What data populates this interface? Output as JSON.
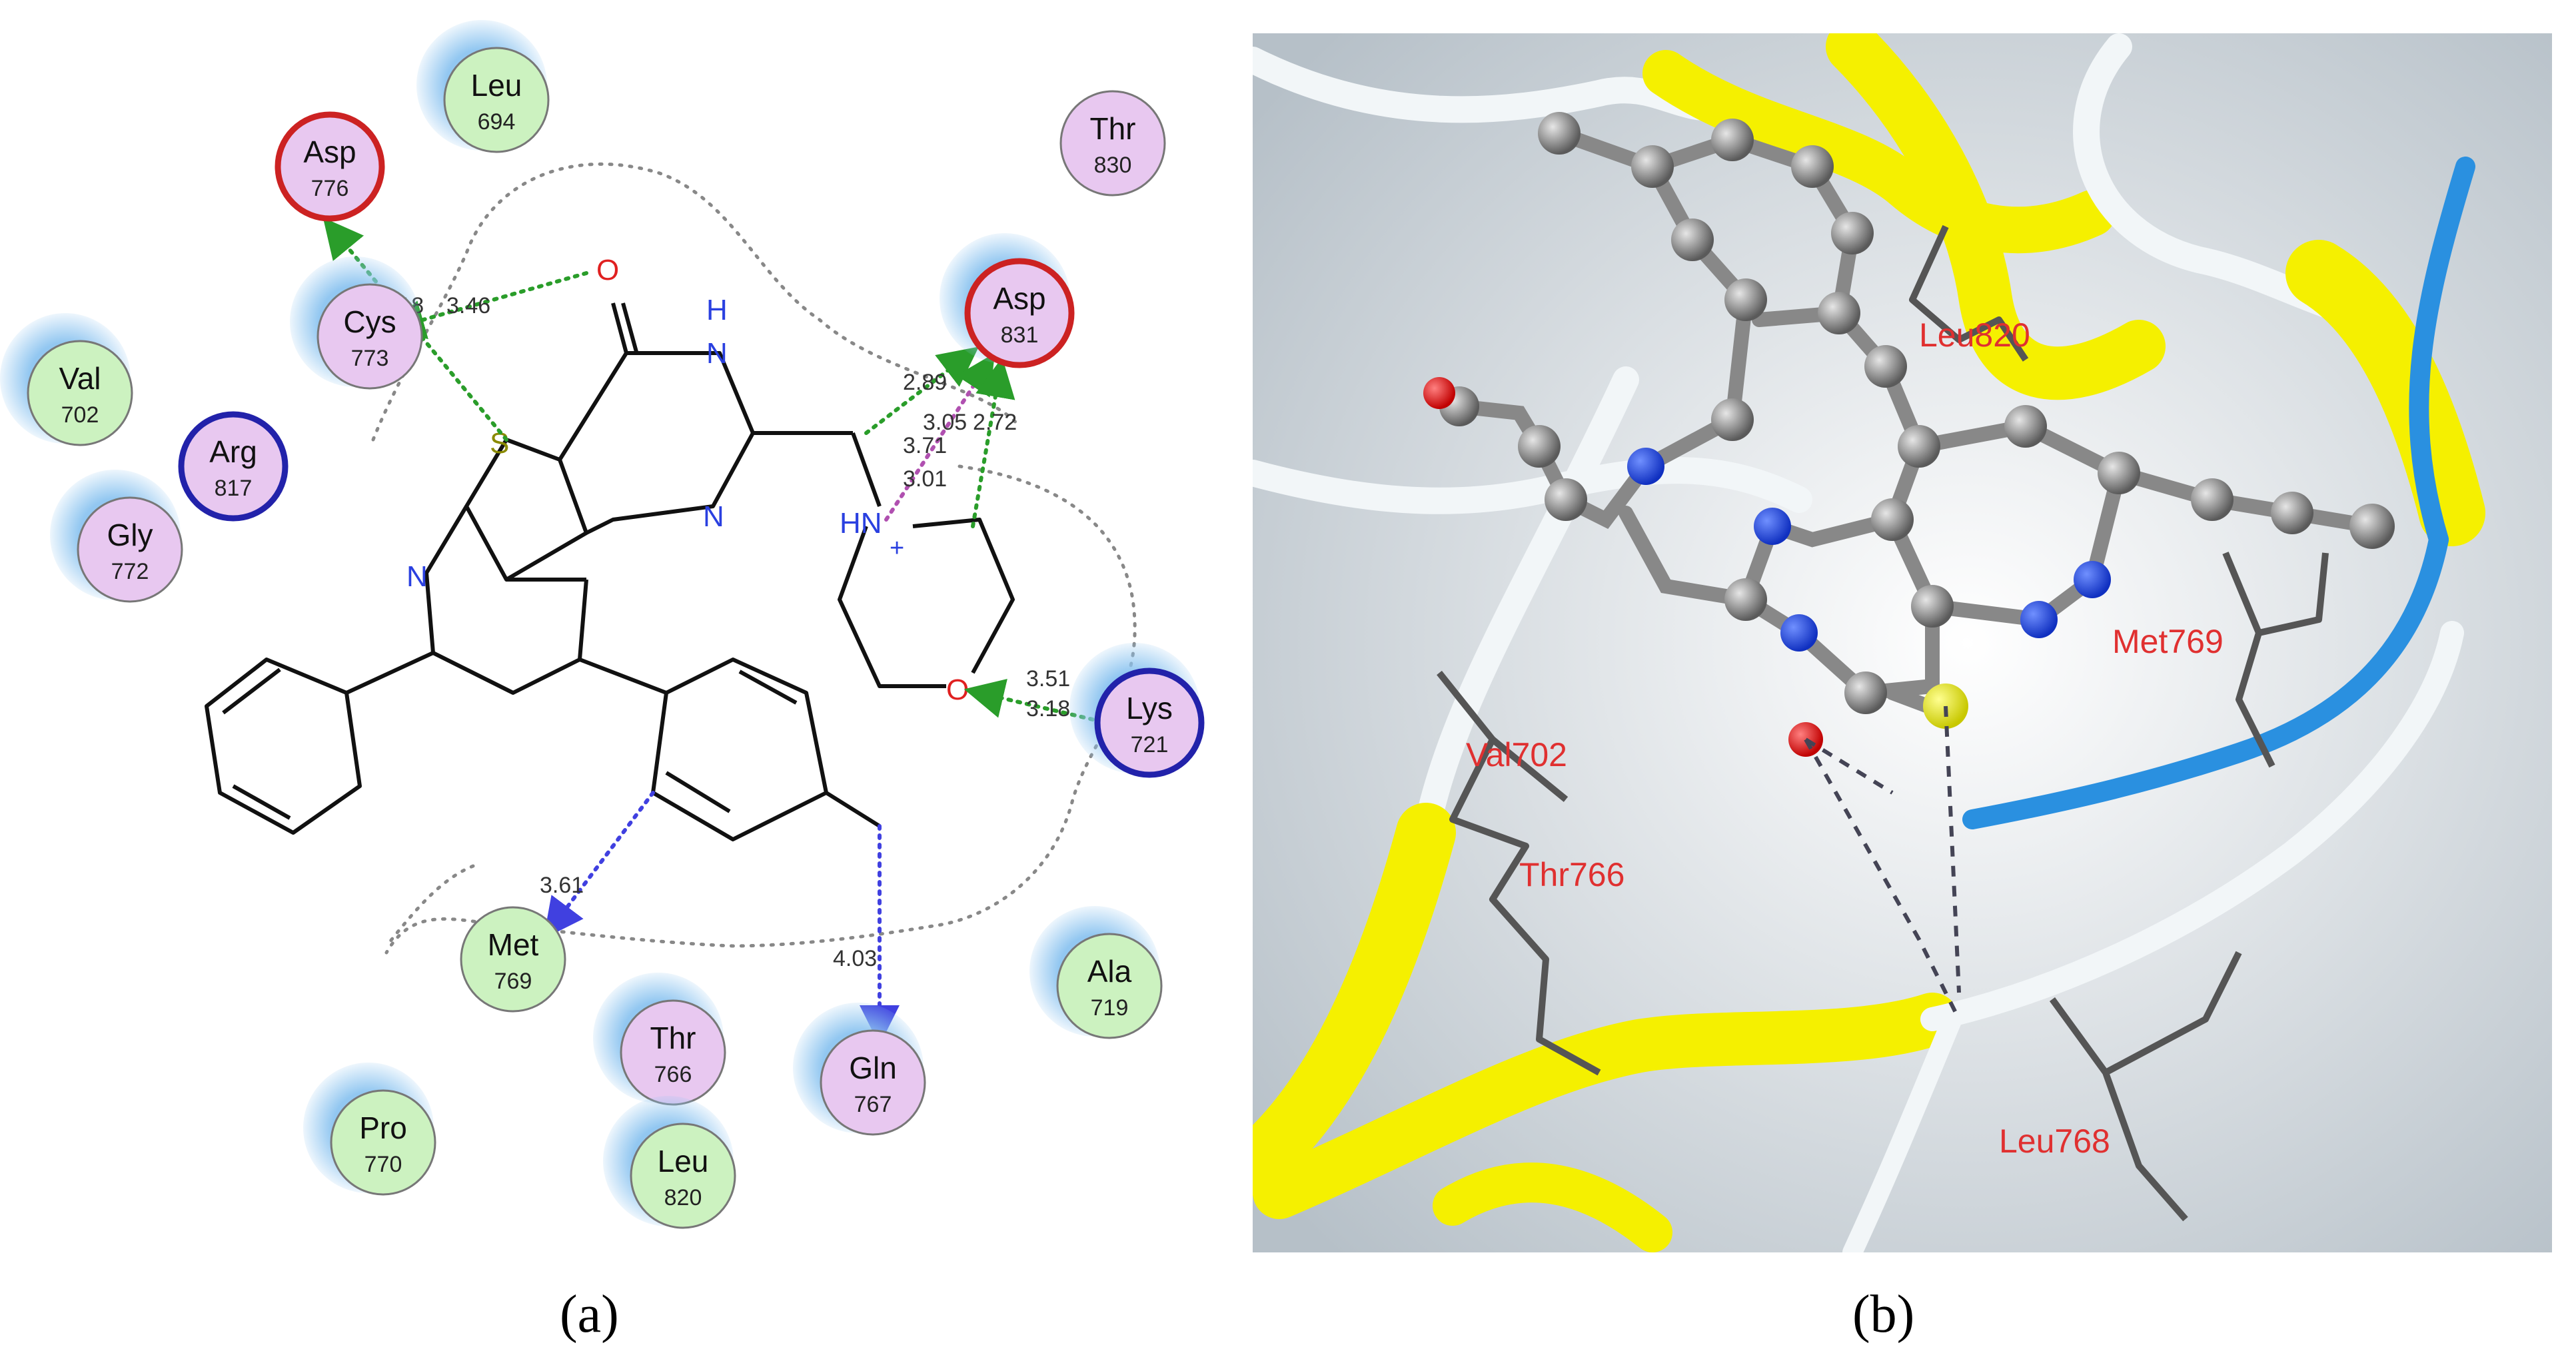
{
  "panel_a": {
    "residues": [
      {
        "name": "Leu",
        "num": "694",
        "type": "hydrophobic",
        "halo": true
      },
      {
        "name": "Asp",
        "num": "776",
        "type": "acidic",
        "halo": false
      },
      {
        "name": "Thr",
        "num": "830",
        "type": "polar",
        "halo": false
      },
      {
        "name": "Cys",
        "num": "773",
        "type": "polar",
        "halo": true
      },
      {
        "name": "Val",
        "num": "702",
        "type": "hydrophobic",
        "halo": true
      },
      {
        "name": "Arg",
        "num": "817",
        "type": "basic",
        "halo": false
      },
      {
        "name": "Gly",
        "num": "772",
        "type": "polar",
        "halo": true
      },
      {
        "name": "Asp",
        "num": "831",
        "type": "acidic",
        "halo": true
      },
      {
        "name": "Lys",
        "num": "721",
        "type": "basic",
        "halo": true
      },
      {
        "name": "Met",
        "num": "769",
        "type": "hydrophobic",
        "halo": false
      },
      {
        "name": "Ala",
        "num": "719",
        "type": "hydrophobic",
        "halo": true
      },
      {
        "name": "Thr",
        "num": "766",
        "type": "polar",
        "halo": true
      },
      {
        "name": "Gln",
        "num": "767",
        "type": "polar",
        "halo": true
      },
      {
        "name": "Pro",
        "num": "770",
        "type": "hydrophobic",
        "halo": true
      },
      {
        "name": "Leu",
        "num": "820",
        "type": "hydrophobic",
        "halo": true
      }
    ],
    "distances": [
      "4.18",
      "3.46",
      "2.89",
      "3.05",
      "2.72",
      "3.71",
      "3.01",
      "3.51",
      "3.18",
      "3.61",
      "4.03"
    ],
    "atoms": {
      "O": "O",
      "H": "H",
      "N": "N",
      "S": "S",
      "HN": "HN",
      "plus": "+"
    }
  },
  "panel_b": {
    "labels": [
      "Leu820",
      "Val702",
      "Thr766",
      "Met769",
      "Leu768"
    ]
  },
  "captions": {
    "a": "(a)",
    "b": "(b)"
  },
  "colors": {
    "polar_fill": "#e8c8f0",
    "hydrophobic_fill": "#ccf2c0",
    "acidic_stroke": "#cc2222",
    "basic_stroke": "#2222aa",
    "halo": "#8cc4f0",
    "hbond_green": "#2a9d2a",
    "pi_blue": "#4040e0",
    "ribbon_yellow": "#f5f000",
    "ribbon_white": "#f2f6f8",
    "ribbon_blue": "#2a90e0",
    "label_red": "#e03030"
  }
}
